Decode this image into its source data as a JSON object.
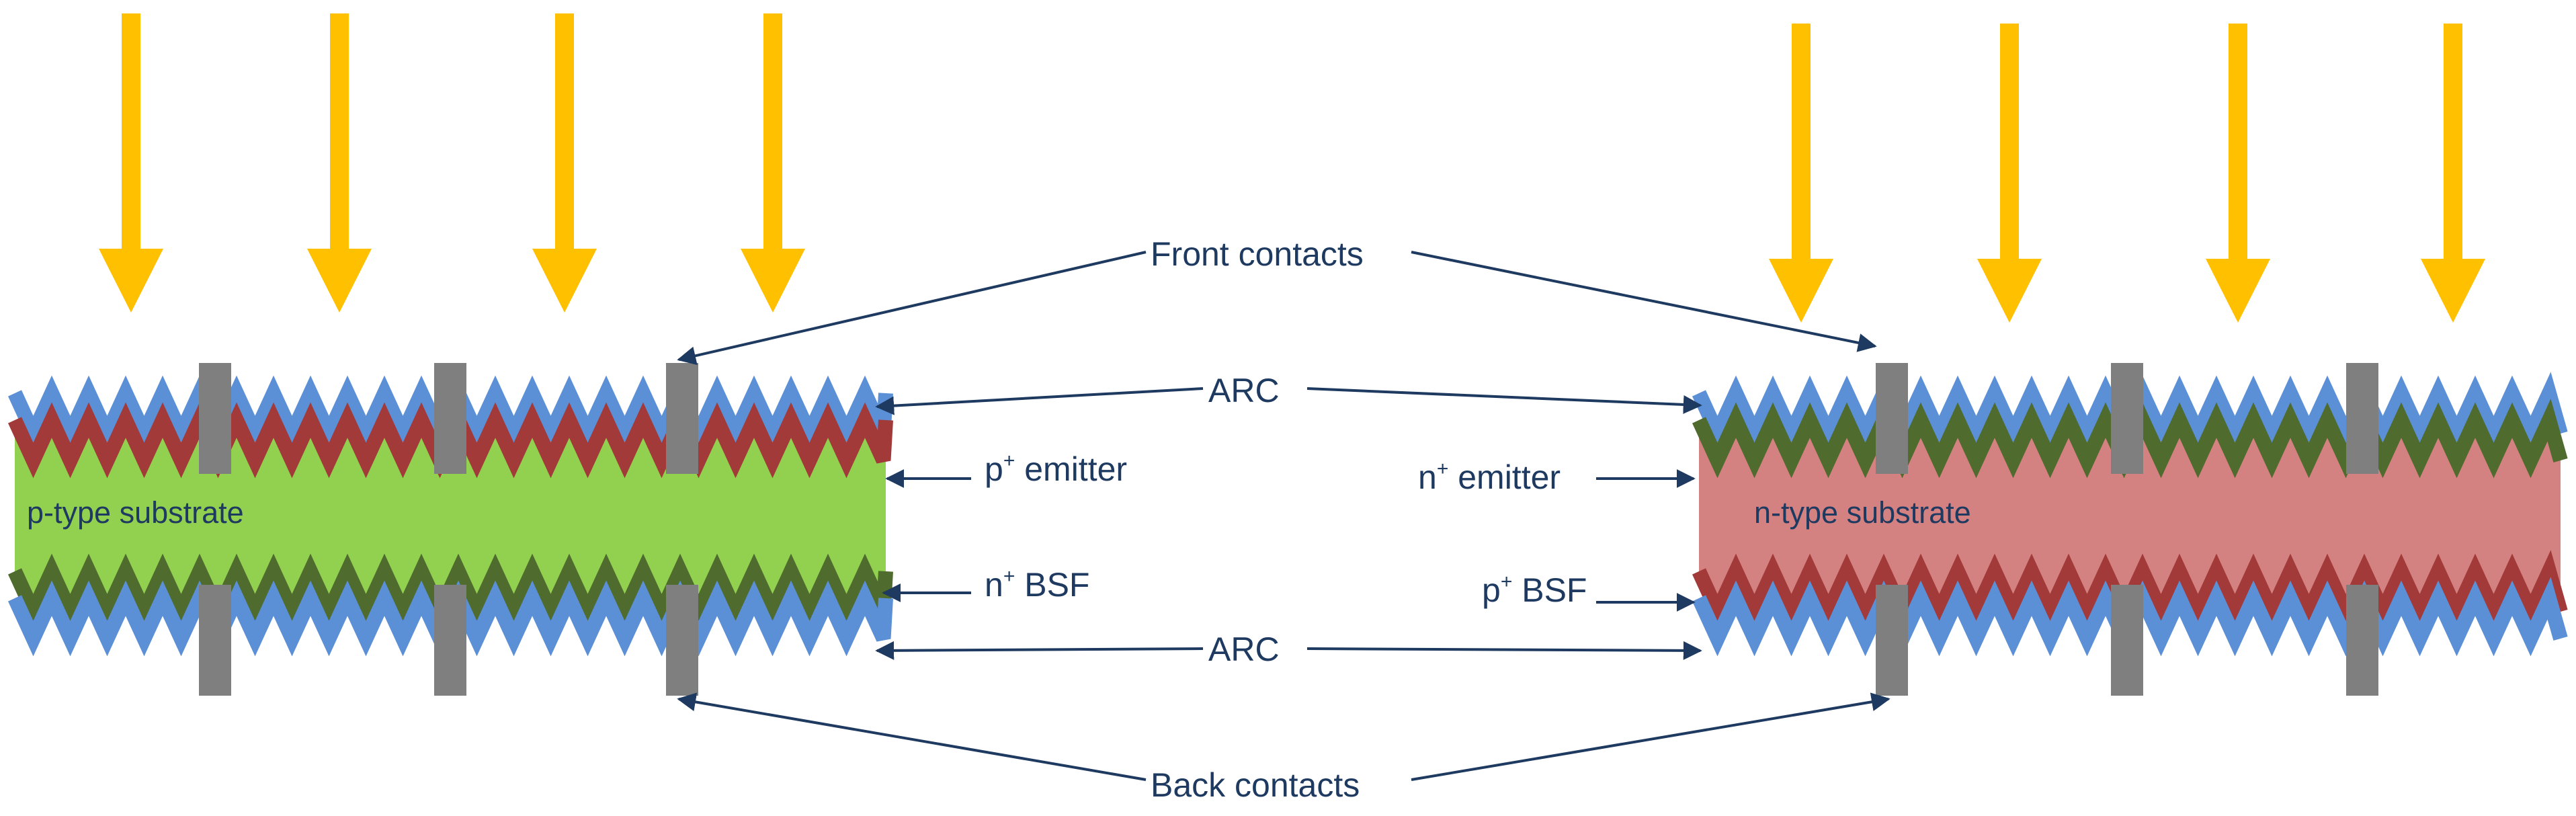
{
  "colors": {
    "sunlight": "#ffc000",
    "arc": "#5b8fd6",
    "p_plus_layer": "#a33a3a",
    "n_plus_layer": "#4f6b2e",
    "p_type_substrate": "#92d050",
    "n_type_substrate": "#d48181",
    "contact": "#7f7f7f",
    "label_text": "#1f3a60",
    "pointer_line": "#1f3a60"
  },
  "left_cell": {
    "substrate_label": "p-type substrate",
    "front_layer": "p+ emitter",
    "back_layer": "n+ BSF"
  },
  "right_cell": {
    "substrate_label": "n-type substrate",
    "front_layer": "n+ emitter",
    "back_layer": "p+ BSF"
  },
  "labels": {
    "front_contacts": "Front contacts",
    "back_contacts": "Back contacts",
    "arc_top": "ARC",
    "arc_bottom": "ARC",
    "p_emitter": {
      "base": "p",
      "sup": "+",
      "rest": " emitter"
    },
    "n_bsf": {
      "base": "n",
      "sup": "+",
      "rest": " BSF"
    },
    "n_emitter": {
      "base": "n",
      "sup": "+",
      "rest": " emitter"
    },
    "p_bsf": {
      "base": "p",
      "sup": "+",
      "rest": " BSF"
    }
  }
}
